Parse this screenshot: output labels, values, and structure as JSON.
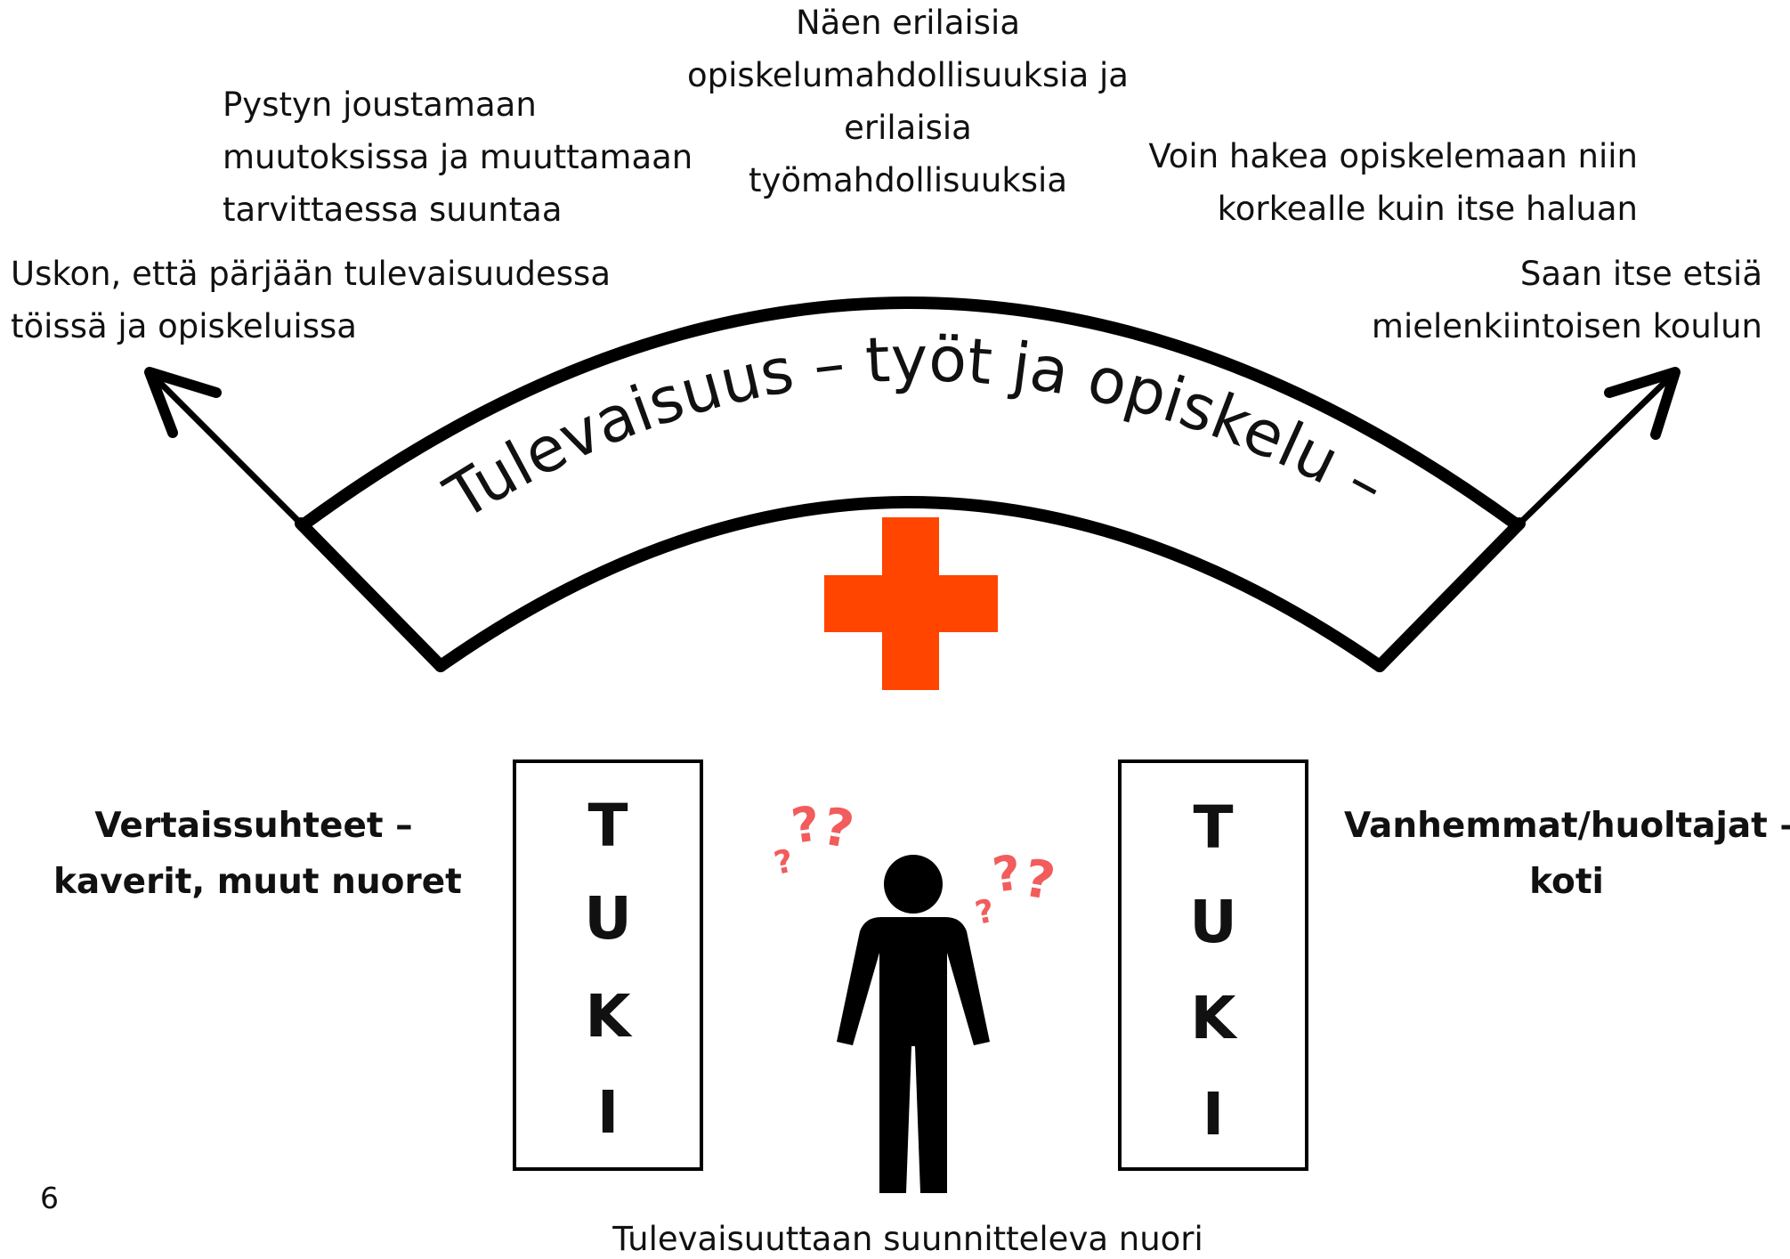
{
  "banner": {
    "title": "Tulevaisuus – työt ja opiskelu –"
  },
  "goals": {
    "top_center": [
      "Näen erilaisia",
      "opiskelumahdollisuuksia ja",
      "erilaisia",
      "työmahdollisuuksia"
    ],
    "upper_left": [
      "Pystyn joustamaan",
      "muutoksissa ja muuttamaan",
      "tarvittaessa suuntaa"
    ],
    "upper_right": [
      "Voin hakea opiskelemaan niin",
      "korkealle kuin itse haluan"
    ],
    "left": [
      "Uskon, että pärjään tulevaisuudessa",
      "töissä ja opiskeluissa"
    ],
    "right": [
      "Saan itse etsiä",
      "mielenkiintoisen koulun"
    ]
  },
  "support": {
    "left_label": [
      "Vertaissuhteet –",
      "kaverit, muut nuoret"
    ],
    "right_label": [
      "Vanhemmat/huoltajat –",
      "koti"
    ],
    "pillar_letters": [
      "T",
      "U",
      "K",
      "I"
    ]
  },
  "person": {
    "caption": "Tulevaisuuttaan suunnitteleva nuori"
  },
  "page_number": "6",
  "colors": {
    "cross": "#ff4500",
    "question_marks": "#f25c5c",
    "ink": "#000000"
  },
  "icons": [
    "red-cross-icon",
    "person-icon",
    "question-marks-icon",
    "arrow-icon"
  ]
}
